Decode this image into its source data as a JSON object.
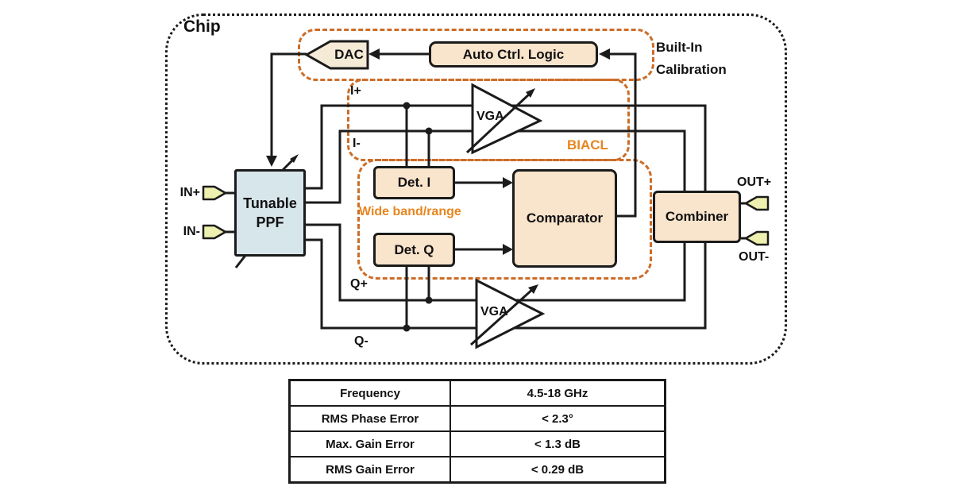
{
  "diagram": {
    "chip_label": "Chip",
    "blocks": {
      "dac": "DAC",
      "acl": "Auto Ctrl. Logic",
      "vga_top": "VGA",
      "vga_bottom": "VGA",
      "ppf_line1": "Tunable",
      "ppf_line2": "PPF",
      "det_i": "Det. I",
      "det_q": "Det. Q",
      "comparator": "Comparator",
      "combiner": "Combiner"
    },
    "labels": {
      "builtin_line1": "Built-In",
      "builtin_line2": "Calibration",
      "biacl": "BIACL",
      "wideband": "Wide band/range",
      "in_plus": "IN+",
      "in_minus": "IN-",
      "out_plus": "OUT+",
      "out_minus": "OUT-",
      "i_plus": "I+",
      "i_minus": "I-",
      "q_plus": "Q+",
      "q_minus": "Q-"
    },
    "colors": {
      "dash_orange": "#cc6d28",
      "text_orange": "#e8851f",
      "block_peach": "#f9e4cc",
      "dac_cream": "#f4ead6",
      "ppf_blue": "#d7e6eb",
      "pad_yellow": "#edf0ae",
      "line_black": "#1b1b1b"
    }
  },
  "table": {
    "rows": [
      {
        "label": "Frequency",
        "value": "4.5-18 GHz"
      },
      {
        "label": "RMS Phase Error",
        "value": "< 2.3°"
      },
      {
        "label": "Max. Gain Error",
        "value": "< 1.3 dB"
      },
      {
        "label": "RMS Gain Error",
        "value": "< 0.29 dB"
      }
    ]
  }
}
